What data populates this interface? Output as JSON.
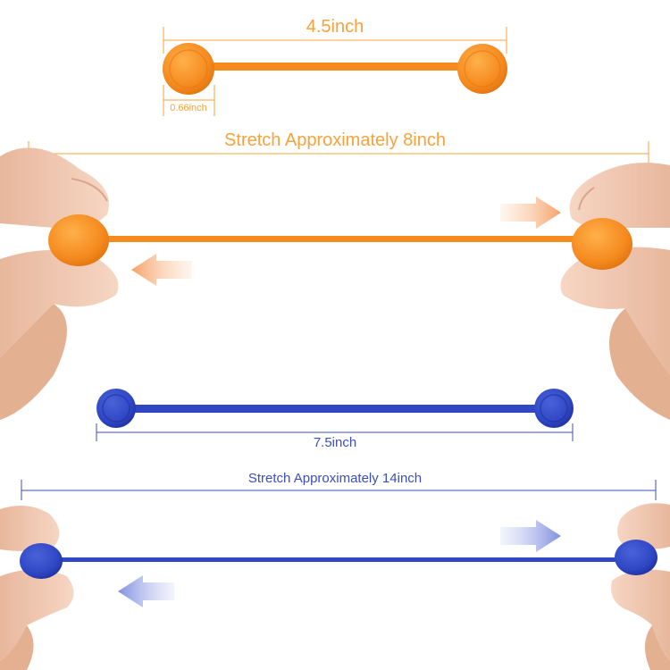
{
  "labels": {
    "orange_length": "4.5inch",
    "orange_end_diameter": "0.66inch",
    "orange_stretch": "Stretch Approximately  8inch",
    "blue_length": "7.5inch",
    "blue_stretch": "Stretch Approximately 14inch"
  },
  "colors": {
    "orange": "#f58a1f",
    "orange_light": "#f7a23b",
    "blue": "#2f47c4",
    "blue_dark": "#1f2fa0",
    "skin": "#f1c9b3",
    "skin_shadow": "#d9a68c"
  }
}
